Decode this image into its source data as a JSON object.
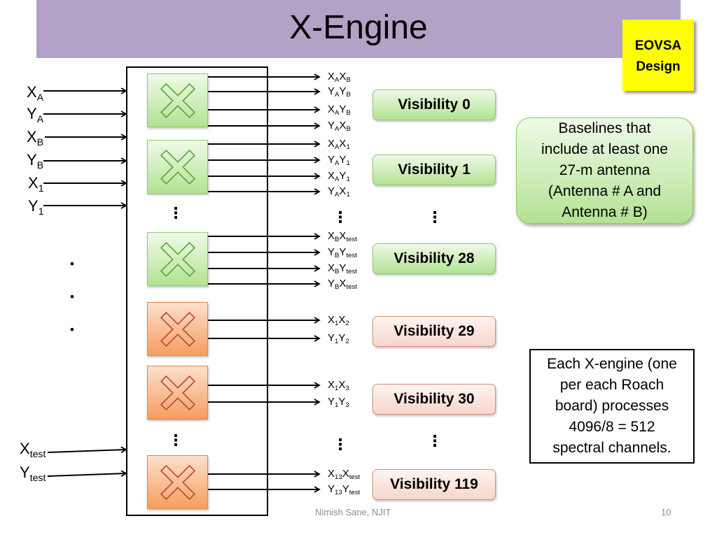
{
  "title": "X-Engine",
  "badge": {
    "line1": "EOVSA",
    "line2": "Design"
  },
  "inputs": [
    {
      "t": "X",
      "s": "A"
    },
    {
      "t": "Y",
      "s": "A"
    },
    {
      "t": "X",
      "s": "B"
    },
    {
      "t": "Y",
      "s": "B"
    },
    {
      "t": "X",
      "s": "1"
    },
    {
      "t": "Y",
      "s": "1"
    },
    {
      "t": "X",
      "s": "test"
    },
    {
      "t": "Y",
      "s": "test"
    }
  ],
  "continuation_dot": "•",
  "vertical_ellipsis": "⋮",
  "engines": [
    {
      "color": "green",
      "outputs": [
        [
          {
            "t": "X",
            "s": "A"
          },
          {
            "t": "X",
            "s": "B"
          }
        ],
        [
          {
            "t": "Y",
            "s": "A"
          },
          {
            "t": "Y",
            "s": "B"
          }
        ],
        [
          {
            "t": "X",
            "s": "A"
          },
          {
            "t": "Y",
            "s": "B"
          }
        ],
        [
          {
            "t": "Y",
            "s": "A"
          },
          {
            "t": "X",
            "s": "B"
          }
        ]
      ]
    },
    {
      "color": "green",
      "outputs": [
        [
          {
            "t": "X",
            "s": "A"
          },
          {
            "t": "X",
            "s": "1"
          }
        ],
        [
          {
            "t": "Y",
            "s": "A"
          },
          {
            "t": "Y",
            "s": "1"
          }
        ],
        [
          {
            "t": "X",
            "s": "A"
          },
          {
            "t": "Y",
            "s": "1"
          }
        ],
        [
          {
            "t": "Y",
            "s": "A"
          },
          {
            "t": "X",
            "s": "1"
          }
        ]
      ]
    },
    {
      "color": "green",
      "outputs": [
        [
          {
            "t": "X",
            "s": "B"
          },
          {
            "t": "X",
            "s": "test"
          }
        ],
        [
          {
            "t": "Y",
            "s": "B"
          },
          {
            "t": "Y",
            "s": "test"
          }
        ],
        [
          {
            "t": "X",
            "s": "B"
          },
          {
            "t": "Y",
            "s": "test"
          }
        ],
        [
          {
            "t": "Y",
            "s": "B"
          },
          {
            "t": "X",
            "s": "test"
          }
        ]
      ]
    },
    {
      "color": "orange",
      "outputs": [
        [
          {
            "t": "X",
            "s": "1"
          },
          {
            "t": "X",
            "s": "2"
          }
        ],
        [
          {
            "t": "Y",
            "s": "1"
          },
          {
            "t": "Y",
            "s": "2"
          }
        ]
      ]
    },
    {
      "color": "orange",
      "outputs": [
        [
          {
            "t": "X",
            "s": "1"
          },
          {
            "t": "X",
            "s": "3"
          }
        ],
        [
          {
            "t": "Y",
            "s": "1"
          },
          {
            "t": "Y",
            "s": "3"
          }
        ]
      ]
    },
    {
      "color": "orange",
      "outputs": [
        [
          {
            "t": "X",
            "s": "13"
          },
          {
            "t": "X",
            "s": "test"
          }
        ],
        [
          {
            "t": "Y",
            "s": "13"
          },
          {
            "t": "Y",
            "s": "test"
          }
        ]
      ]
    }
  ],
  "visibilities": [
    {
      "label": "Visibility 0",
      "color": "green"
    },
    {
      "label": "Visibility 1",
      "color": "green"
    },
    {
      "label": "Visibility 28",
      "color": "green"
    },
    {
      "label": "Visibility 29",
      "color": "pink"
    },
    {
      "label": "Visibility 30",
      "color": "pink"
    },
    {
      "label": "Visibility 119",
      "color": "pink"
    }
  ],
  "baselines_note": [
    "Baselines that",
    "include at least one",
    "27-m antenna",
    "(Antenna # A and",
    "Antenna # B)"
  ],
  "engine_note": [
    "Each X-engine (one",
    "per each Roach",
    "board) processes",
    "4096/8 = 512",
    "spectral channels."
  ],
  "footer": {
    "author": "Nimish Sane, NJIT",
    "page": "10"
  },
  "colors": {
    "title_bar": "#b3a2c7",
    "badge": "#ffff00",
    "green_top": "#effae8",
    "green_bottom": "#b4e294",
    "green_border": "#8fca6e",
    "green_icon": "#5aa83a",
    "orange_top": "#fde0cc",
    "orange_bottom": "#f59e5f",
    "orange_border": "#e0864a",
    "orange_icon": "#c0463a",
    "pink_top": "#fef4f0",
    "pink_bottom": "#f7d6ca",
    "pink_border": "#d6907a"
  }
}
